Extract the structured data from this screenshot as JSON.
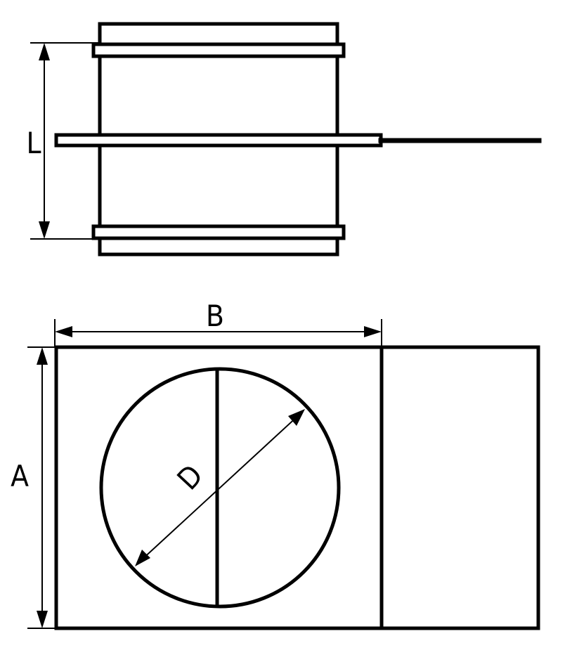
{
  "labels": {
    "length": "L",
    "width": "B",
    "height": "A",
    "diameter": "D"
  },
  "colors": {
    "line": "#000000",
    "background": "#ffffff"
  }
}
